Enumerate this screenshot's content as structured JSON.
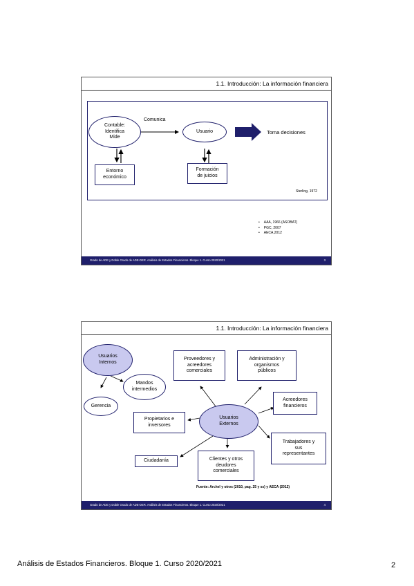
{
  "slide1": {
    "title": "1.1. Introducción: La información financiera",
    "contable": "Contable:\nIdentifica\nMide",
    "comunica": "Comunica",
    "usuario": "Usuario",
    "toma": "Toma decisiones",
    "entorno": "Entorno\neconómico",
    "formacion": "Formación\nde juicios",
    "sterling": "Sterling, 1972",
    "refs": [
      "AAA, 1966 (ASOBAT)",
      "PGC, 2007",
      "AECA,2012"
    ],
    "footer": "Grado de ADE y Doble Grado de ADE-DER. Análisis de Estados Financieros. Bloque 1. Curso 2020/2021",
    "number": "3"
  },
  "slide2": {
    "title": "1.1. Introducción: La información financiera",
    "internos": "Usuarios\nInternos",
    "mandos": "Mandos\nintermedios",
    "gerencia": "Gerencia",
    "proveedores": "Proveedores y\nacreedores\ncomerciales",
    "administracion": "Administración y\norganismos\npúblicos",
    "acreedores": "Acreedores\nfinancieros",
    "propietarios": "Propietarios e\ninversores",
    "externos": "Usuarios\nExternos",
    "trabajadores": "Trabajadores y\nsus\nrepresentantes",
    "ciudadania": "Ciudadanía",
    "clientes": "Clientes y otros\ndeudores\ncomerciales",
    "fuente": "Fuente: Archel y otros (2010, pag. 25 y ss) y AECA (2012)",
    "footer": "Grado de ADE y Doble Grado de ADE-DER. Análisis de Estados Financieros. Bloque 1. Curso 2020/2021",
    "number": "4"
  },
  "page": {
    "footer": "Análisis de Estados Financieros. Bloque 1. Curso 2020/2021",
    "number": "2"
  }
}
